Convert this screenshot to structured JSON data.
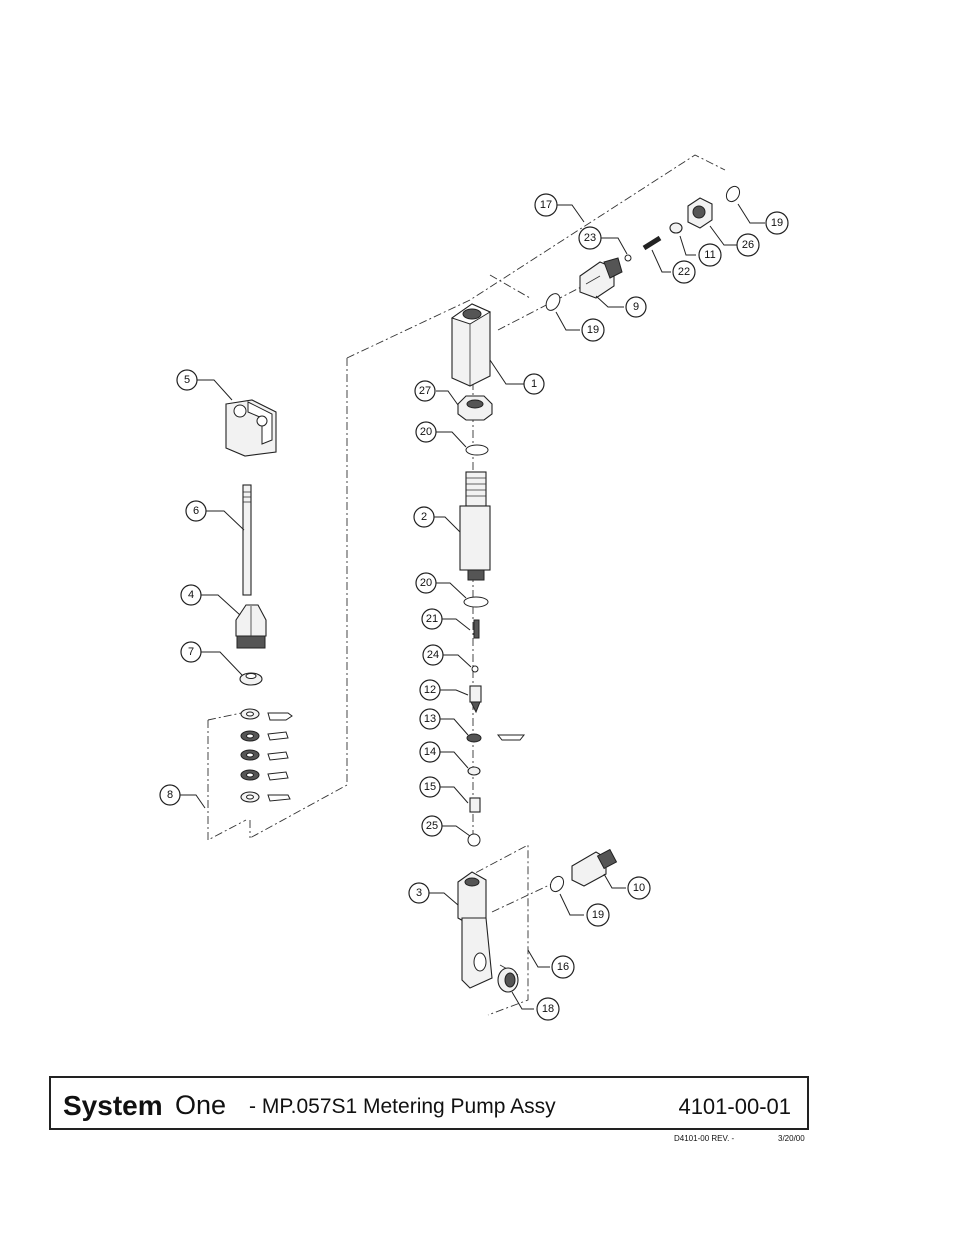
{
  "title_block": {
    "brand_bold": "System",
    "brand_light": "One",
    "description": " - MP.057S1 Metering Pump Assy",
    "part_number": "4101-00-01"
  },
  "footer": {
    "doc_ref": "D4101-00  REV.  -",
    "date": "3/20/00"
  },
  "callouts": [
    "1",
    "2",
    "3",
    "4",
    "5",
    "6",
    "7",
    "8",
    "9",
    "10",
    "11",
    "12",
    "13",
    "14",
    "15",
    "16",
    "17",
    "18",
    "19",
    "19",
    "19",
    "20",
    "20",
    "21",
    "22",
    "23",
    "24",
    "25",
    "26",
    "27"
  ]
}
